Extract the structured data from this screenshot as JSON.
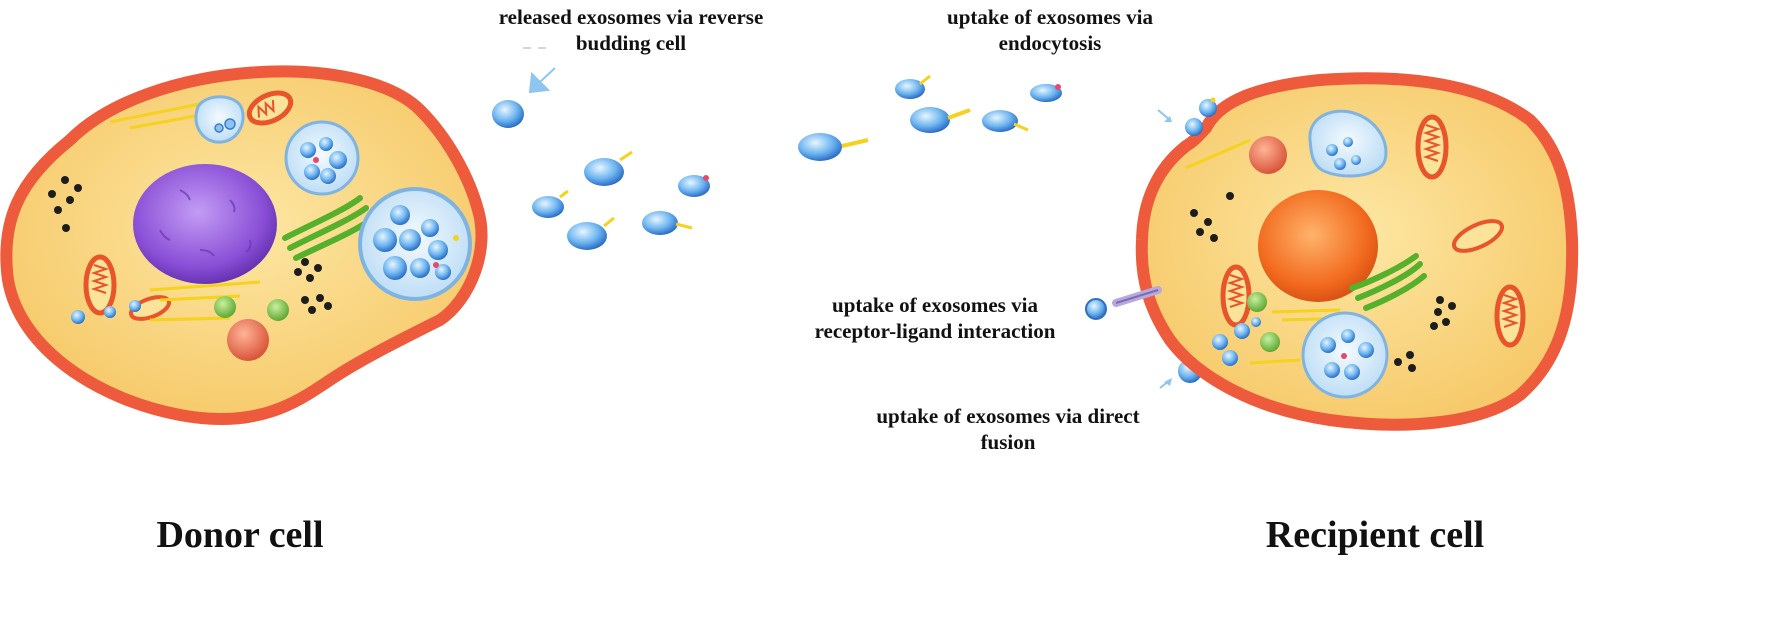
{
  "labels": {
    "released_line1": "released exosomes via reverse",
    "released_line2": "budding cell",
    "endocytosis_line1": "uptake of  exosomes via",
    "endocytosis_line2": "endocytosis",
    "receptor_line1": "uptake of  exosomes via",
    "receptor_line2": "receptor-ligand interaction",
    "fusion_line1": "uptake of  exosomes via direct",
    "fusion_line2": "fusion"
  },
  "cells": {
    "donor": "Donor cell",
    "recipient": "Recipient cell"
  },
  "colors": {
    "membrane": "#ee5a3c",
    "cytoplasm": "#fbdc86",
    "donor_nucleus": "#8a4fd6",
    "recipient_nucleus": "#f26a1e",
    "exosome": "#2f7fd8",
    "mitochondria": "#e8552b",
    "golgi": "#5fb832"
  }
}
